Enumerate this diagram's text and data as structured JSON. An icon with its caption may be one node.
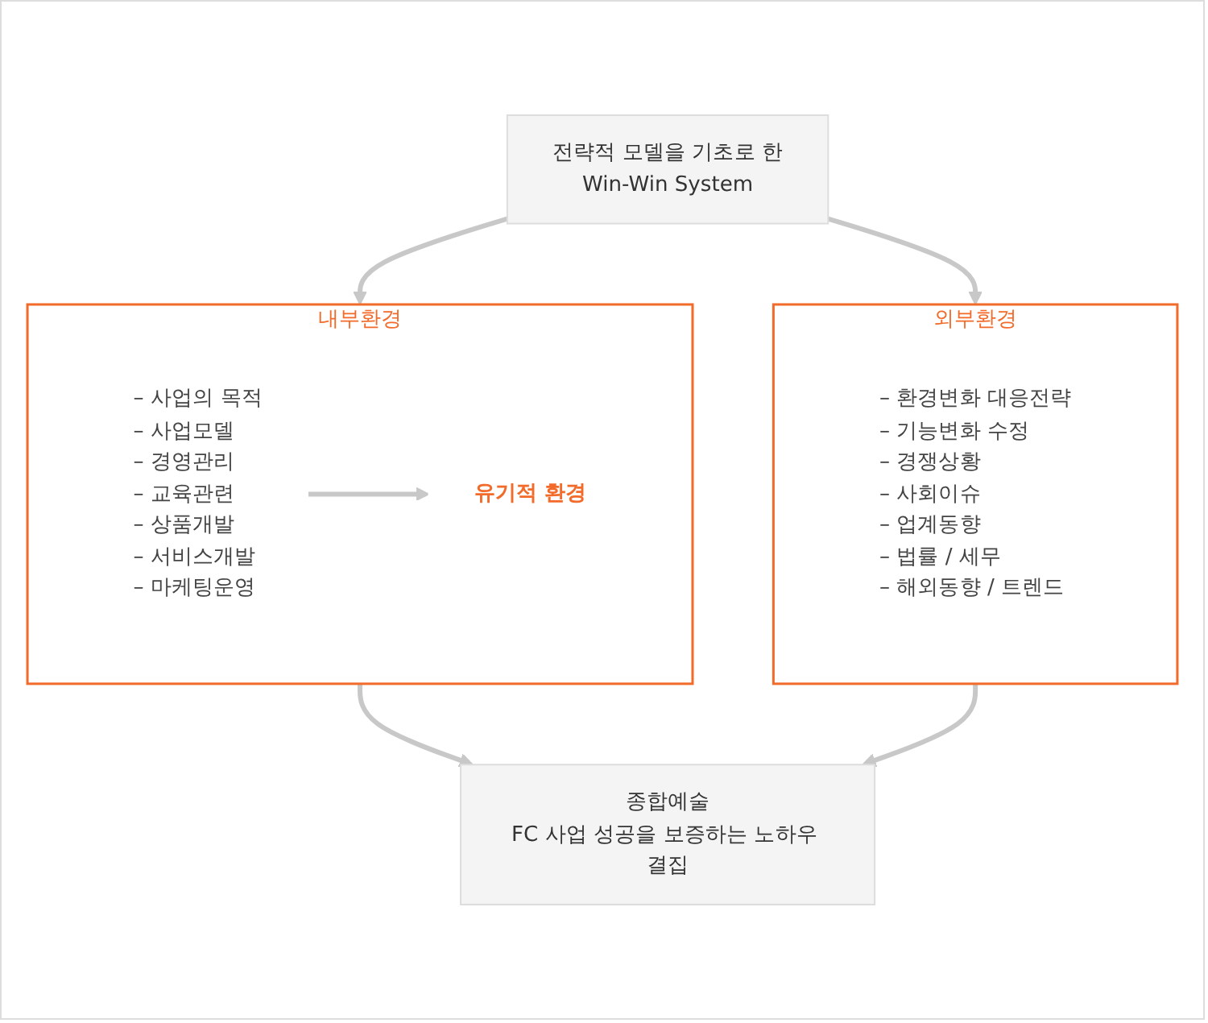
{
  "diagram": {
    "nodes": [
      {
        "text": [
          "전략적 모델을 기초로 한",
          "Win-Win System"
        ]
      },
      {
        "text": [
          "내부환경"
        ]
      },
      {
        "text": [
          "– 사업의 목적",
          "– 사업모델",
          "– 경영관리",
          "– 교육관련",
          "– 상품개발",
          "– 서비스개발",
          "– 마케팅운영"
        ],
        "in": 1
      },
      {
        "text": [
          "유기적 환경"
        ],
        "in": 1
      },
      {
        "text": [
          "외부환경"
        ]
      },
      {
        "text": [
          "– 환경변화 대응전략",
          "– 기능변화 수정",
          "– 경쟁상황",
          "– 사회이슈",
          "– 업계동향",
          "– 법률 / 세무",
          "– 해외동향 / 트렌드"
        ],
        "in": 4
      },
      {
        "text": [
          "종합예술",
          "FC 사업 성공을 보증하는 노하우 결집"
        ]
      }
    ],
    "edges": [
      {
        "from": 0,
        "to": 1,
        "arrow": "to"
      },
      {
        "from": 0,
        "to": 4,
        "arrow": "to"
      },
      {
        "from": 2,
        "to": 3,
        "arrow": "to"
      },
      {
        "from": 1,
        "to": 6,
        "arrow": "to"
      },
      {
        "from": 4,
        "to": 6,
        "arrow": "to"
      }
    ]
  }
}
